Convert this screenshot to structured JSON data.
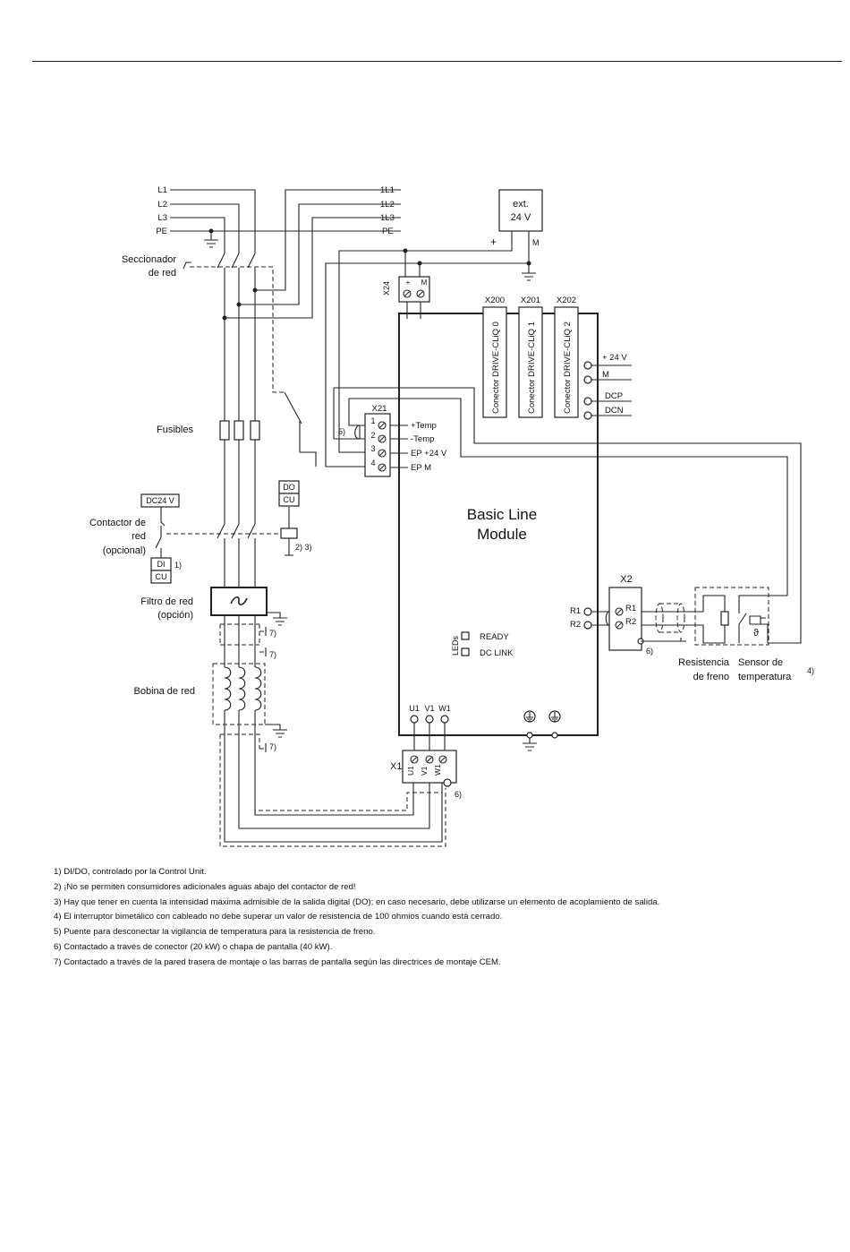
{
  "lines_in": [
    "L1",
    "L2",
    "L3",
    "PE"
  ],
  "lines_out": [
    "1L1",
    "1L2",
    "1L3",
    "PE"
  ],
  "ext_supply": {
    "line1": "ext.",
    "line2": "24 V",
    "plus": "+",
    "minus": "M"
  },
  "labels": {
    "seccionador_1": "Seccionador",
    "seccionador_2": "de red",
    "fusibles": "Fusibles",
    "contactor_1": "Contactor de",
    "contactor_2": "red",
    "contactor_3": "(opcional)",
    "filtro_1": "Filtro de red",
    "filtro_2": "(opción)",
    "bobina": "Bobina de red",
    "dc24v": "DC24 V",
    "do": "DO",
    "cu": "CU",
    "di": "DI",
    "cu2": "CU",
    "ref1": "1)",
    "ref23": "2) 3)",
    "ref4": "4)",
    "ref5": "5)",
    "ref6": "6)",
    "ref7": "7)",
    "module_1": "Basic Line",
    "module_2": "Module",
    "x24": "X24",
    "x24_plus": "+",
    "x24_m": "M",
    "x21": "X21",
    "x2": "X2",
    "x1": "X1",
    "leds": "LEDs",
    "ready": "READY",
    "dclink": "DC LINK",
    "resistencia_1": "Resistencia",
    "resistencia_2": "de freno",
    "sensor_1": "Sensor de",
    "sensor_2": "temperatura",
    "theta": "ϑ"
  },
  "x21_pins": [
    {
      "num": "1",
      "label": "+Temp"
    },
    {
      "num": "2",
      "label": "-Temp"
    },
    {
      "num": "3",
      "label": "EP +24 V"
    },
    {
      "num": "4",
      "label": "EP M"
    }
  ],
  "cliq_connectors": [
    {
      "name": "X200",
      "label": "Conector DRIVE-CLiQ 0"
    },
    {
      "name": "X201",
      "label": "Conector DRIVE-CLiQ 1"
    },
    {
      "name": "X202",
      "label": "Conector DRIVE-CLiQ 2"
    }
  ],
  "dc_terminals": [
    "+ 24 V",
    "M",
    "DCP",
    "DCN"
  ],
  "x2_pins": [
    "R1",
    "R2"
  ],
  "x1_pins": [
    "U1",
    "V1",
    "W1"
  ],
  "notes": [
    "1) DI/DO, controlado por la Control Unit.",
    "2) ¡No se permiten consumidores adicionales aguas abajo del contactor de red!",
    "3) Hay que tener en cuenta la intensidad máxima admisible de la salida digital (DO); en caso necesario, debe utilizarse un elemento de acoplamiento de salida.",
    "4) El interruptor bimetálico con cableado no debe superar un valor de resistencia de 100 ohmios cuando está cerrado.",
    "5) Puente para desconectar la vigilancia de temperatura para la resistencia de freno.",
    "6) Contactado a través de conector (20 kW) o chapa de pantalla (40 kW).",
    "7) Contactado a través de la pared trasera de montaje o las barras de pantalla según las directrices de montaje CEM."
  ]
}
